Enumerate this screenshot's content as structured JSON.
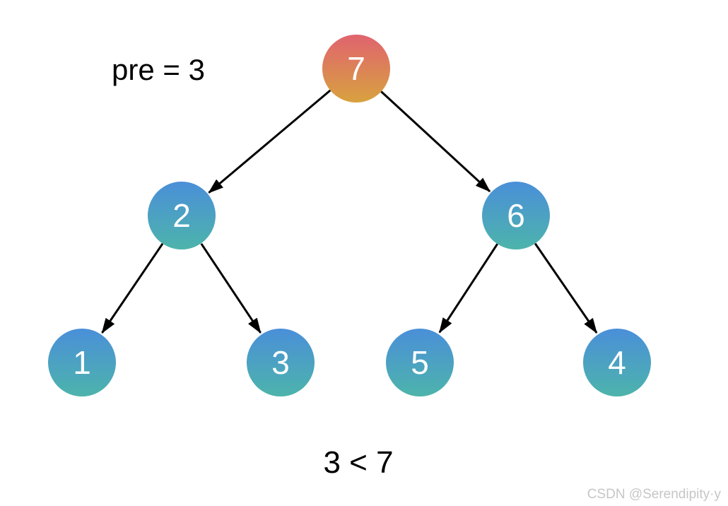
{
  "annotations": {
    "pre_label": "pre = 3",
    "comparison_label": "3 < 7"
  },
  "watermark": "CSDN @Serendipity·y",
  "colors": {
    "root_gradient_top": "#e0636f",
    "root_gradient_bottom": "#d8a23f",
    "node_gradient_top": "#4a8fd9",
    "node_gradient_bottom": "#4db4ab",
    "edge_color": "#000000",
    "node_text_color": "#ffffff",
    "annotation_text_color": "#000000",
    "watermark_color": "#c6c6c6",
    "background": "#ffffff"
  },
  "tree": {
    "nodes": [
      {
        "label": "7",
        "role": "root"
      },
      {
        "label": "2",
        "role": "internal"
      },
      {
        "label": "6",
        "role": "internal"
      },
      {
        "label": "1",
        "role": "leaf"
      },
      {
        "label": "3",
        "role": "leaf"
      },
      {
        "label": "5",
        "role": "leaf"
      },
      {
        "label": "4",
        "role": "leaf"
      }
    ],
    "edges": [
      {
        "from": "7",
        "to": "2"
      },
      {
        "from": "7",
        "to": "6"
      },
      {
        "from": "2",
        "to": "1"
      },
      {
        "from": "2",
        "to": "3"
      },
      {
        "from": "6",
        "to": "5"
      },
      {
        "from": "6",
        "to": "4"
      }
    ]
  }
}
